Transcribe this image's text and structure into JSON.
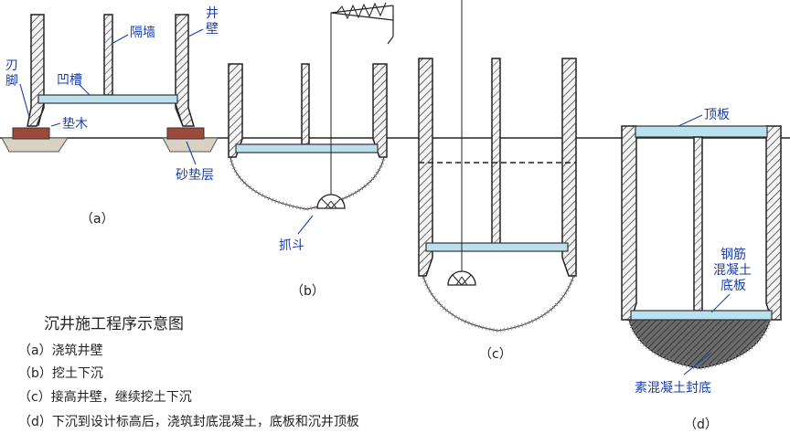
{
  "figure": {
    "title": "沉井施工程序示意图",
    "steps": [
      "（a）浇筑井壁",
      "（b）挖土下沉",
      "（c）接高井壁，继续挖土下沉",
      "（d）下沉到设计标高后，浇筑封底混凝土，底板和沉井顶板"
    ],
    "panel_labels": {
      "a": "（a）",
      "b": "（b）",
      "c": "（c）",
      "d": "（d）"
    }
  },
  "labels": {
    "partition": "隔墙",
    "well_wall_1": "井",
    "well_wall_2": "壁",
    "blade_1": "刃",
    "blade_2": "脚",
    "groove": "凹槽",
    "pad_wood": "垫木",
    "sand_cushion": "砂垫层",
    "grab_bucket": "抓斗",
    "top_slab": "顶板",
    "rc_1": "钢筋",
    "rc_2": "混凝土",
    "rc_3": "底板",
    "plain_concrete": "素混凝土封底"
  },
  "colors": {
    "label_blue": "#1a3fa8",
    "slab_fill": "#b9e1ef",
    "pad_fill": "#9c4a3c",
    "sand_fill": "#d8d2c4"
  }
}
